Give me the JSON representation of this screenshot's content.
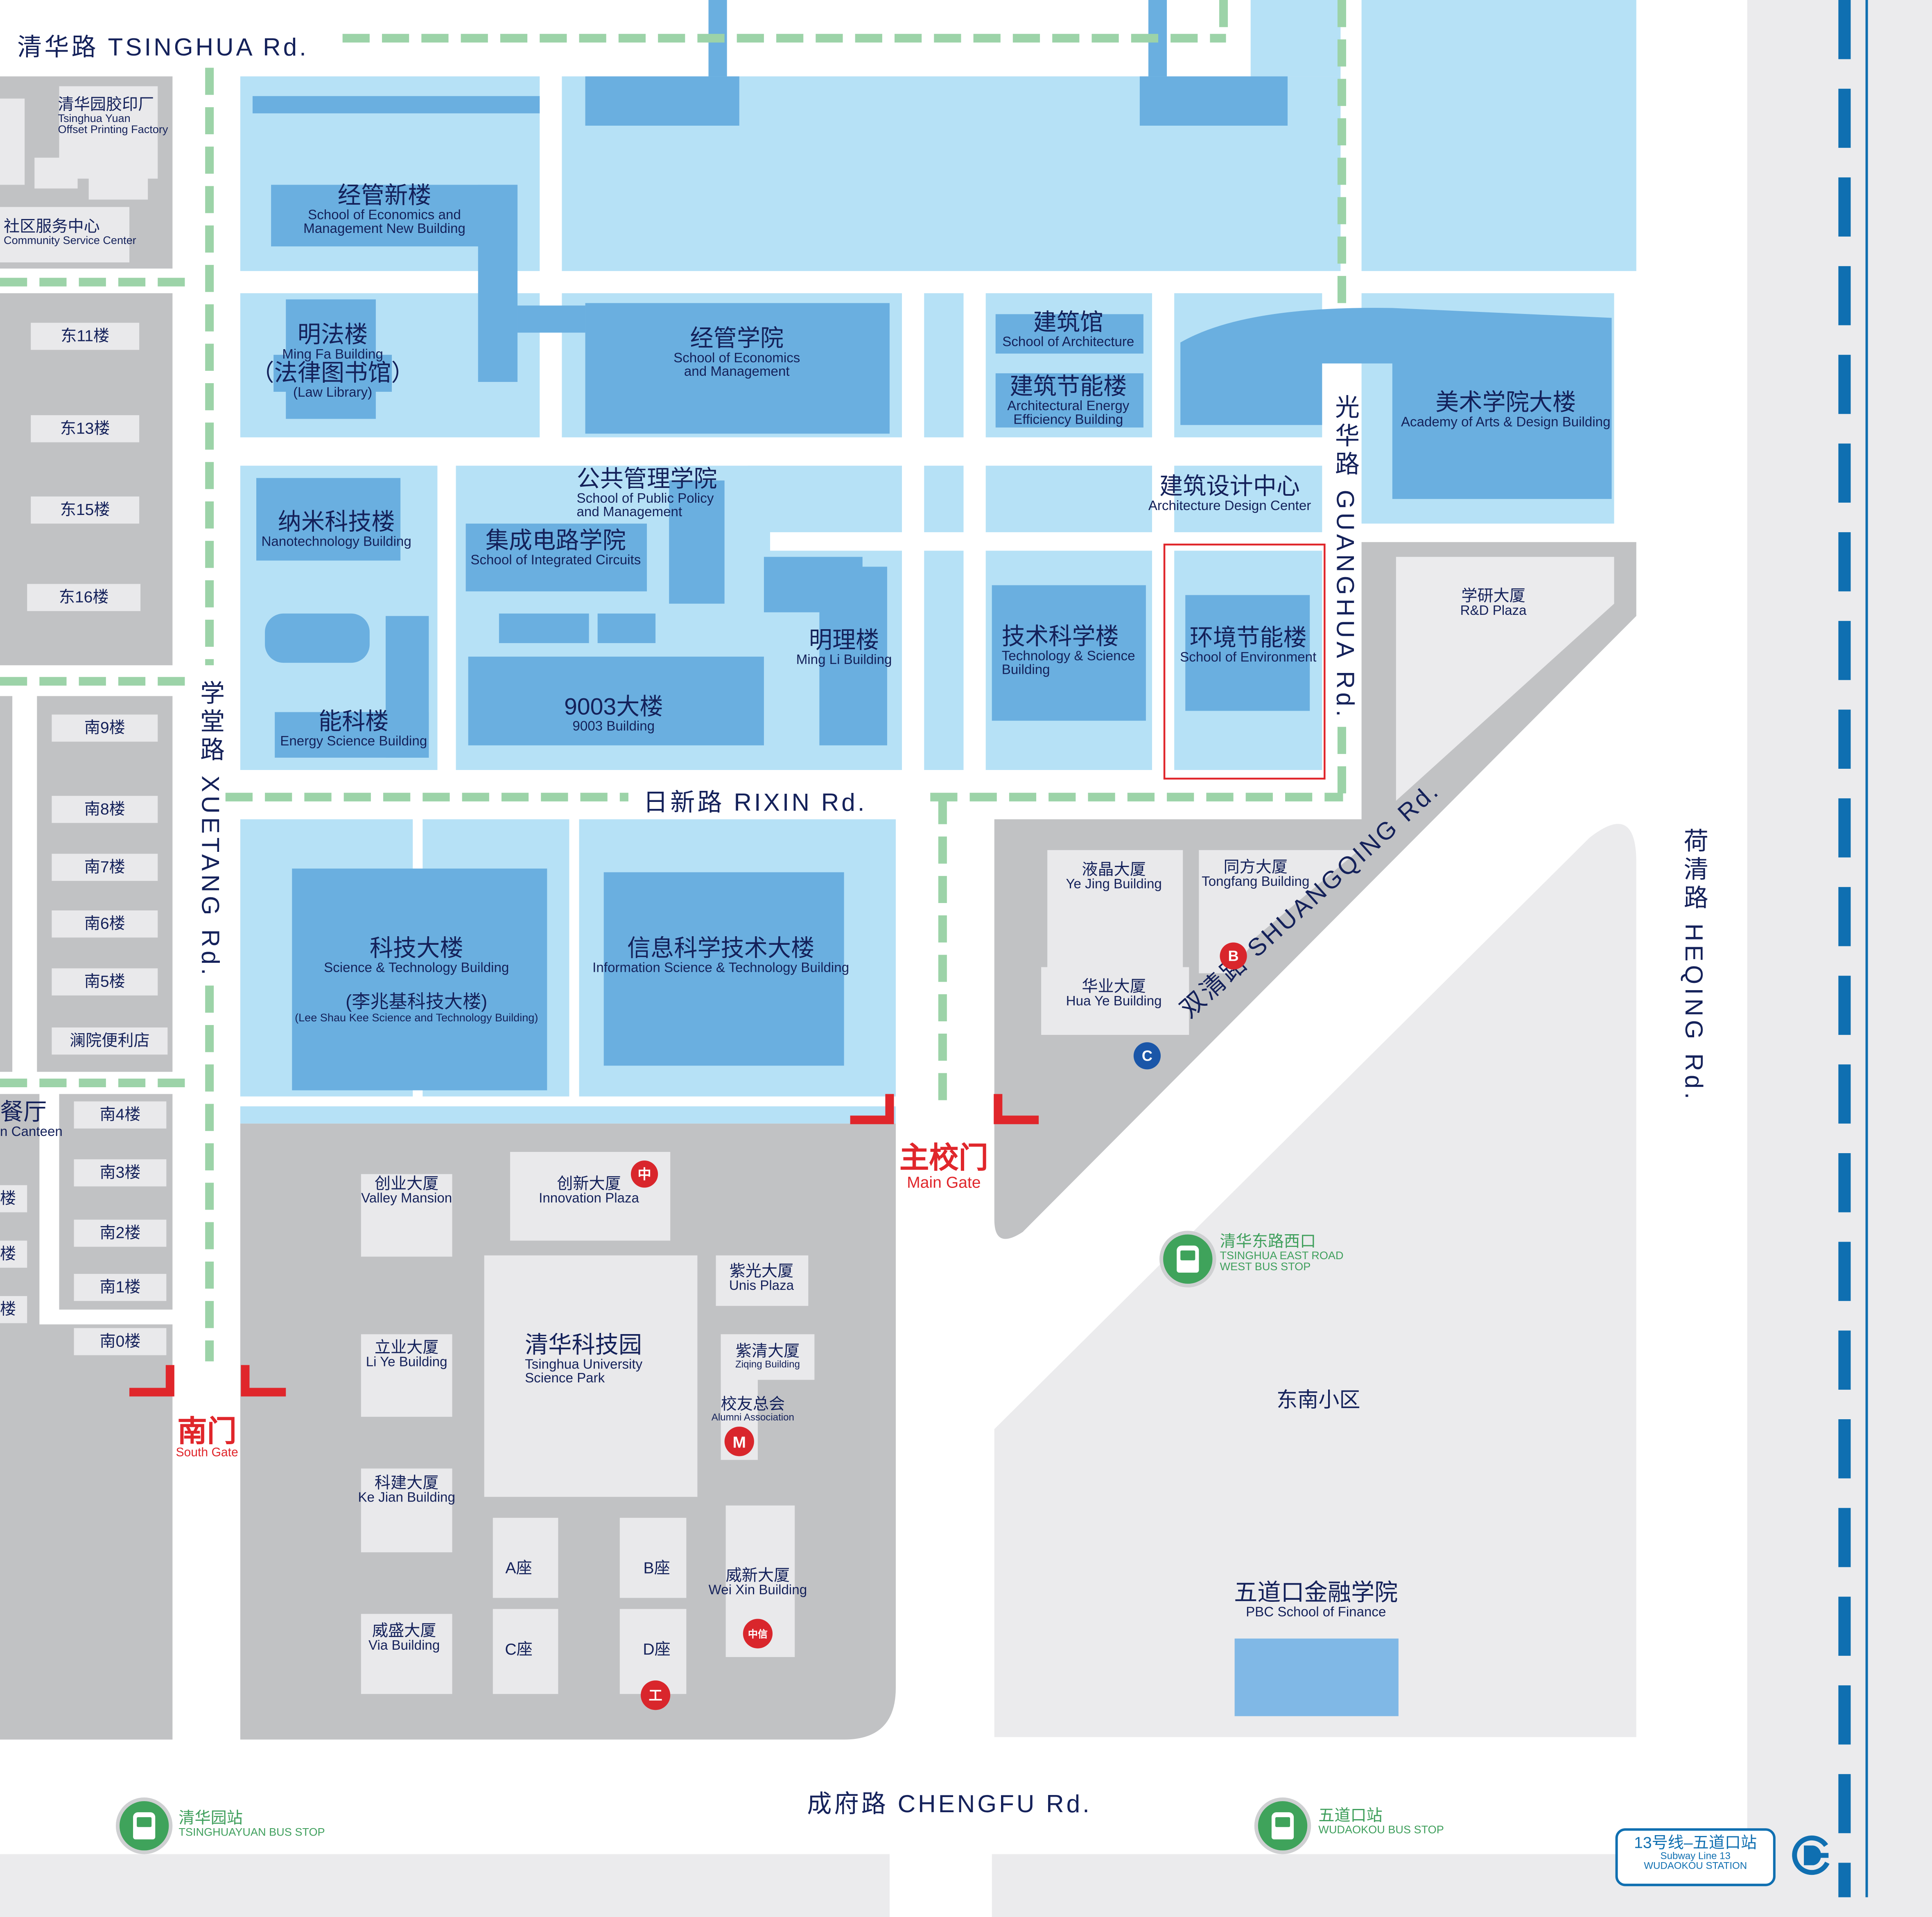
{
  "colors": {
    "campus": "#b6e1f6",
    "building": "#6aafe0",
    "gray": "#c1c2c4",
    "light_gray": "#e9e9eb",
    "road_dash": "#9cd3a8",
    "gate_red": "#e0262b",
    "subway_blue": "#0f6fb1",
    "text_navy": "#14215a",
    "bus_green": "#3fa35b"
  },
  "roads": {
    "tsinghua": "清华路  TSINGHUA Rd.",
    "rixin": "日新路  RIXIN Rd.",
    "chengfu": "成府路  CHENGFU Rd.",
    "xuetang": "学堂路 XUETANG Rd.",
    "guanghua": "光华路 GUANGHUA Rd.",
    "heqing": "荷清路 HEQING Rd.",
    "shuangqing": "双清路 SHUANGQING Rd."
  },
  "buildings": [
    {
      "cn": "清华园胶印厂",
      "en": "Tsinghua Yuan",
      "en2": "Offset Printing Factory"
    },
    {
      "cn": "社区服务中心",
      "en": "Community Service Center"
    },
    {
      "cn": "经管新楼",
      "en": "School of Economics and",
      "en2": "Management New Building"
    },
    {
      "cn": "明法楼",
      "en": "Ming Fa Building",
      "cn2": "（法律图书馆）",
      "en2": "(Law Library)"
    },
    {
      "cn": "经管学院",
      "en": "School of Economics",
      "en2": "and Management"
    },
    {
      "cn": "建筑馆",
      "en": "School of Architecture"
    },
    {
      "cn": "建筑节能楼",
      "en": "Architectural Energy",
      "en2": "Efficiency Building"
    },
    {
      "cn": "美术学院大楼",
      "en": "Academy of Arts & Design Building"
    },
    {
      "cn": "公共管理学院",
      "en": "School of Public Policy",
      "en2": "and Management"
    },
    {
      "cn": "建筑设计中心",
      "en": "Architecture Design Center"
    },
    {
      "cn": "纳米科技楼",
      "en": "Nanotechnology Building"
    },
    {
      "cn": "集成电路学院",
      "en": "School of Integrated Circuits"
    },
    {
      "cn": "明理楼",
      "en": "Ming Li Building"
    },
    {
      "cn": "技术科学楼",
      "en": "Technology & Science",
      "en2": "Building"
    },
    {
      "cn": "环境节能楼",
      "en": "School of Environment"
    },
    {
      "cn": "学研大厦",
      "en": "R&D Plaza"
    },
    {
      "cn": "能科楼",
      "en": "Energy Science Building"
    },
    {
      "cn": "9003大楼",
      "en": "9003 Building"
    },
    {
      "cn": "科技大楼",
      "en": "Science & Technology Building",
      "cn2": "(李兆基科技大楼)",
      "en2": "(Lee Shau Kee Science and Technology Building)"
    },
    {
      "cn": "信息科学技术大楼",
      "en": "Information Science & Technology Building"
    },
    {
      "cn": "液晶大厦",
      "en": "Ye Jing Building"
    },
    {
      "cn": "同方大厦",
      "en": "Tongfang Building"
    },
    {
      "cn": "华业大厦",
      "en": "Hua Ye Building"
    },
    {
      "cn": "创业大厦",
      "en": "Valley Mansion"
    },
    {
      "cn": "创新大厦",
      "en": "Innovation Plaza"
    },
    {
      "cn": "紫光大厦",
      "en": "Unis Plaza"
    },
    {
      "cn": "清华科技园",
      "en": "Tsinghua University",
      "en2": "Science Park"
    },
    {
      "cn": "立业大厦",
      "en": "Li Ye Building"
    },
    {
      "cn": "紫清大厦",
      "en": "Ziqing Building"
    },
    {
      "cn": "校友总会",
      "en": "Alumni Association"
    },
    {
      "cn": "科建大厦",
      "en": "Ke Jian Building"
    },
    {
      "cn": "威新大厦",
      "en": "Wei Xin Building"
    },
    {
      "cn": "威盛大厦",
      "en": "Via Building"
    },
    {
      "cn": "五道口金融学院",
      "en": "PBC School of Finance"
    },
    {
      "cn": "东南小区"
    },
    {
      "cn": "餐厅",
      "en": "n Canteen"
    }
  ],
  "blocks": {
    "a": "A座",
    "b": "B座",
    "c": "C座",
    "d": "D座"
  },
  "dorms": [
    "东11楼",
    "东13楼",
    "东15楼",
    "东16楼",
    "南9楼",
    "南8楼",
    "南7楼",
    "南6楼",
    "南5楼",
    "澜院便利店",
    "南4楼",
    "南3楼",
    "南2楼",
    "南1楼",
    "南0楼",
    "楼"
  ],
  "gates": {
    "main_cn": "主校门",
    "main_en": "Main Gate",
    "south_cn": "南门",
    "south_en": "South Gate"
  },
  "bus_stops": [
    {
      "cn": "清华东路西口",
      "en": "TSINGHUA EAST ROAD",
      "en2": "WEST BUS STOP"
    },
    {
      "cn": "清华园站",
      "en": "TSINGHUAYUAN BUS STOP"
    },
    {
      "cn": "五道口站",
      "en": "WUDAOKOU  BUS STOP"
    }
  ],
  "subway": {
    "cn": "13号线–五道口站",
    "en": "Subway Line 13",
    "en2": "WUDAOKOU STATION"
  },
  "bank_icons": {
    "boc": "中",
    "bob": "B",
    "ccb": "C",
    "cmb": "M",
    "citic": "中信",
    "icbc": "工"
  }
}
